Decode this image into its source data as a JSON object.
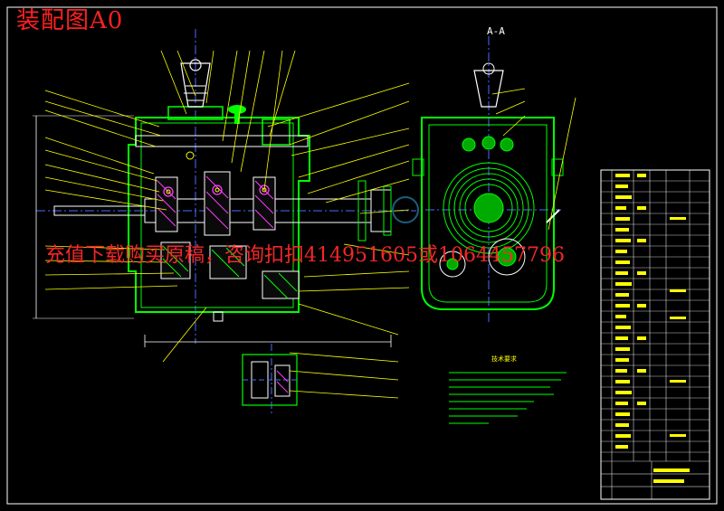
{
  "drawing": {
    "title": "装配图A0",
    "section_label": "A-A",
    "tech_requirements_title": "技术要求",
    "watermark": "充值下载购买原稿，咨询扣扣414951605或1064457796"
  },
  "colors": {
    "background": "#000000",
    "outline": "#ffffff",
    "leader": "#ffff00",
    "section": "#00ff00",
    "centerline": "#4a6bff",
    "hatch": "#ff3cff",
    "accent": "#ff2020",
    "text": "#ffff00"
  }
}
